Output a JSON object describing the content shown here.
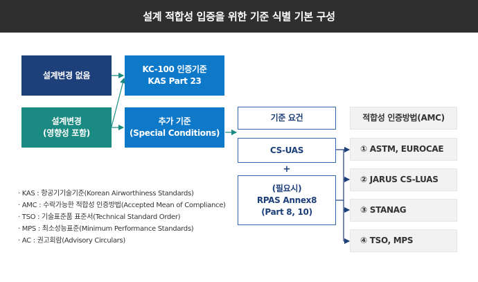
{
  "title": "설계 적합성 입증을 위한 기준 식별 기본 구성",
  "boxes": {
    "no_change": "설계변경 없음",
    "change_line1": "설계변경",
    "change_line2": "(영향성 포함)",
    "kc100_line1": "KC-100 인증기준",
    "kc100_line2": "KAS Part 23",
    "special_line1": "추가 기준",
    "special_line2": "(Special Conditions)",
    "requirements": "기준 요건",
    "cs_uas": "CS-UAS",
    "plus": "+",
    "rpas_line1": "(필요시)",
    "rpas_line2": "RPAS Annex8",
    "rpas_line3": "(Part 8, 10)",
    "amc_header": "적합성 인증방법(AMC)"
  },
  "amc_items": [
    "① ASTM, EUROCAE",
    "② JARUS CS-LUAS",
    "③ STANAG",
    "④ TSO, MPS"
  ],
  "notes": [
    "· KAS : 항공기기술기준(Korean Airworthiness Standards)",
    "· AMC : 수락가능한 적합성 인증방법(Accepted Mean of Compliance)",
    "· TSO : 기술표준품 표준서(Technical Standard Order)",
    "· MPS : 최소성능표준(Minimum Performance Standards)",
    "· AC : 권고회람(Advisory Circulars)"
  ],
  "colors": {
    "navy": "#1d3f7a",
    "teal": "#1b8a82",
    "blue": "#0e78c9",
    "header_bg": "#2f2f2f",
    "amc_bg": "#f2f2f2"
  }
}
